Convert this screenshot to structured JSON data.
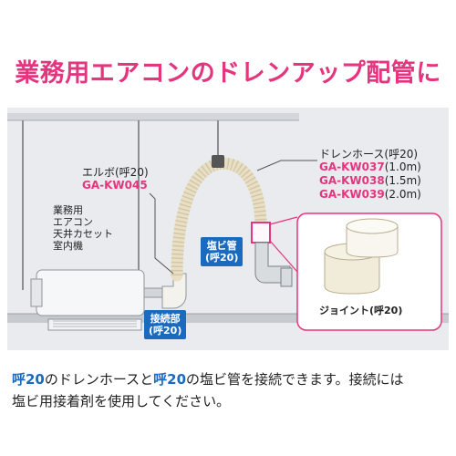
{
  "title": "業務用エアコンのドレンアップ配管に",
  "labels": {
    "elbow_name": "エルボ(呼20)",
    "elbow_code": "GA-KW045",
    "aircon": [
      "業務用",
      "エアコン",
      "天井カセット",
      "室内機"
    ],
    "hose_name": "ドレンホース(呼20)",
    "hose_models": [
      {
        "code": "GA-KW037",
        "size": "(1.0m)"
      },
      {
        "code": "GA-KW038",
        "size": "(1.5m)"
      },
      {
        "code": "GA-KW039",
        "size": "(2.0m)"
      }
    ],
    "pvc_pipe": [
      "塩ビ管",
      "(呼20)"
    ],
    "connection": [
      "接続部",
      "(呼20)"
    ],
    "joint": "ジョイント(呼20)"
  },
  "caption": {
    "hl1": "呼20",
    "t1": "のドレンホースと",
    "hl2": "呼20",
    "t2": "の塩ビ管を接続できます。接続には",
    "line2": "塩ビ用接着剤を使用してください。"
  },
  "colors": {
    "accent": "#e4357f",
    "callout": "#1a6bbf"
  }
}
